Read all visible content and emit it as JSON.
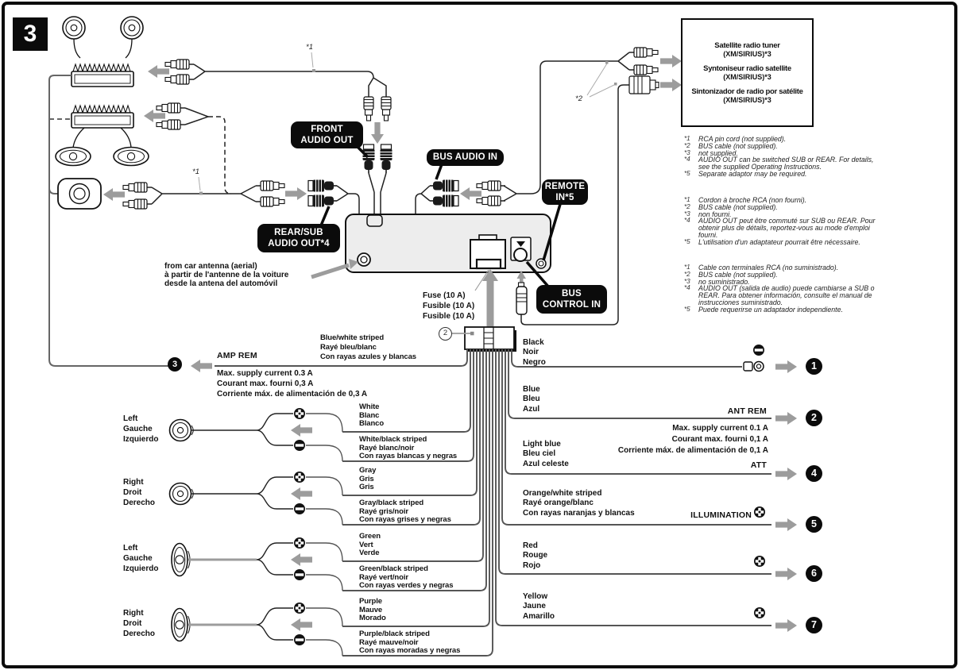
{
  "page": {
    "step": "3"
  },
  "colors": {
    "callout_bg": "#0b0b0b",
    "arrow_gray": "#9c9c9c",
    "line_black": "#1a1a1a"
  },
  "satellite_box": {
    "lines": [
      "Satellite radio tuner",
      "(XM/SIRIUS)*3",
      "Syntoniseur radio satellite",
      "(XM/SIRIUS)*3",
      "Sintonizador de radio por satélite",
      "(XM/SIRIUS)*3"
    ]
  },
  "callouts": {
    "front_audio_out": "FRONT\nAUDIO OUT",
    "bus_audio_in": "BUS AUDIO IN",
    "rear_sub_audio_out": "REAR/SUB\nAUDIO OUT*4",
    "remote_in": "REMOTE\nIN*5",
    "bus_control_in": "BUS\nCONTROL IN"
  },
  "notes": {
    "asterisk1_top": "*1",
    "asterisk1_sub": "*1",
    "asterisk2": "*2",
    "from_car_antenna": "from car antenna (aerial)\nà partir de l'antenne de la voiture\ndesde la antena del automóvil",
    "fuse": "Fuse (10 A)\nFusible (10 A)\nFusible (10 A)",
    "harness_ref": "2"
  },
  "amp_rem": {
    "stripe_label": "Blue/white striped\nRayé bleu/blanc\nCon rayas azules y blancas",
    "name": "AMP REM",
    "spec": "Max. supply current 0.3 A\nCourant max. fourni 0,3 A\nCorriente máx. de alimentación de 0,3 A",
    "terminal": "3"
  },
  "speaker_rows": [
    {
      "position": "Left\nGauche\nIzquierdo",
      "solid": "White\nBlanc\nBlanco",
      "striped": "White/black striped\nRayé blanc/noir\nCon rayas blancas y negras"
    },
    {
      "position": "Right\nDroit\nDerecho",
      "solid": "Gray\nGris\nGris",
      "striped": "Gray/black striped\nRayé gris/noir\nCon rayas grises y negras"
    },
    {
      "position": "Left\nGauche\nIzquierdo",
      "solid": "Green\nVert\nVerde",
      "striped": "Green/black striped\nRayé vert/noir\nCon rayas verdes y negras"
    },
    {
      "position": "Right\nDroit\nDerecho",
      "solid": "Purple\nMauve\nMorado",
      "striped": "Purple/black striped\nRayé mauve/noir\nCon rayas moradas y negras"
    }
  ],
  "power_wires": [
    {
      "color": "Black\nNoir\nNegro",
      "function_label": "",
      "terminal": "1"
    },
    {
      "color": "Blue\nBleu\nAzul",
      "function_label": "ANT REM",
      "spec": "Max. supply current 0.1 A\nCourant max. fourni 0,1 A\nCorriente máx. de alimentación de 0,1 A",
      "terminal": "2"
    },
    {
      "color": "Light blue\nBleu ciel\nAzul celeste",
      "function_label": "ATT",
      "terminal": "4"
    },
    {
      "color": "Orange/white striped\nRayé orange/blanc\nCon rayas naranjas y blancas",
      "function_label": "ILLUMINATION",
      "terminal": "5"
    },
    {
      "color": "Red\nRouge\nRojo",
      "function_label": "",
      "terminal": "6"
    },
    {
      "color": "Yellow\nJaune\nAmarillo",
      "function_label": "",
      "terminal": "7"
    }
  ],
  "footnotes": {
    "en": [
      {
        "m": "*1",
        "t": "RCA pin cord (not supplied)."
      },
      {
        "m": "*2",
        "t": "BUS cable (not supplied)."
      },
      {
        "m": "*3",
        "t": "not supplied."
      },
      {
        "m": "*4",
        "t": "AUDIO OUT can be switched SUB or REAR. For details,\nsee the supplied Operating Instructions."
      },
      {
        "m": "*5",
        "t": "Separate adaptor may be required."
      }
    ],
    "fr": [
      {
        "m": "*1",
        "t": "Cordon à broche RCA (non fourni)."
      },
      {
        "m": "*2",
        "t": "BUS cable (not supplied)."
      },
      {
        "m": "*3",
        "t": "non fourni."
      },
      {
        "m": "*4",
        "t": "AUDIO OUT peut être commuté sur SUB ou REAR. Pour\nobtenir plus de détails, reportez-vous au mode d'emploi\nfourni."
      },
      {
        "m": "*5",
        "t": "L'utilisation d'un adaptateur pourrait être nécessaire."
      }
    ],
    "es": [
      {
        "m": "*1",
        "t": "Cable con terminales RCA (no suministrado)."
      },
      {
        "m": "*2",
        "t": "BUS cable (not supplied)."
      },
      {
        "m": "*3",
        "t": "no suministrado."
      },
      {
        "m": "*4",
        "t": "AUDIO OUT (salida de audio) puede cambiarse a SUB o\nREAR. Para obtener información, consulte el manual de\ninstrucciones suministrado."
      },
      {
        "m": "*5",
        "t": "Puede requerirse un adaptador independiente."
      }
    ]
  }
}
